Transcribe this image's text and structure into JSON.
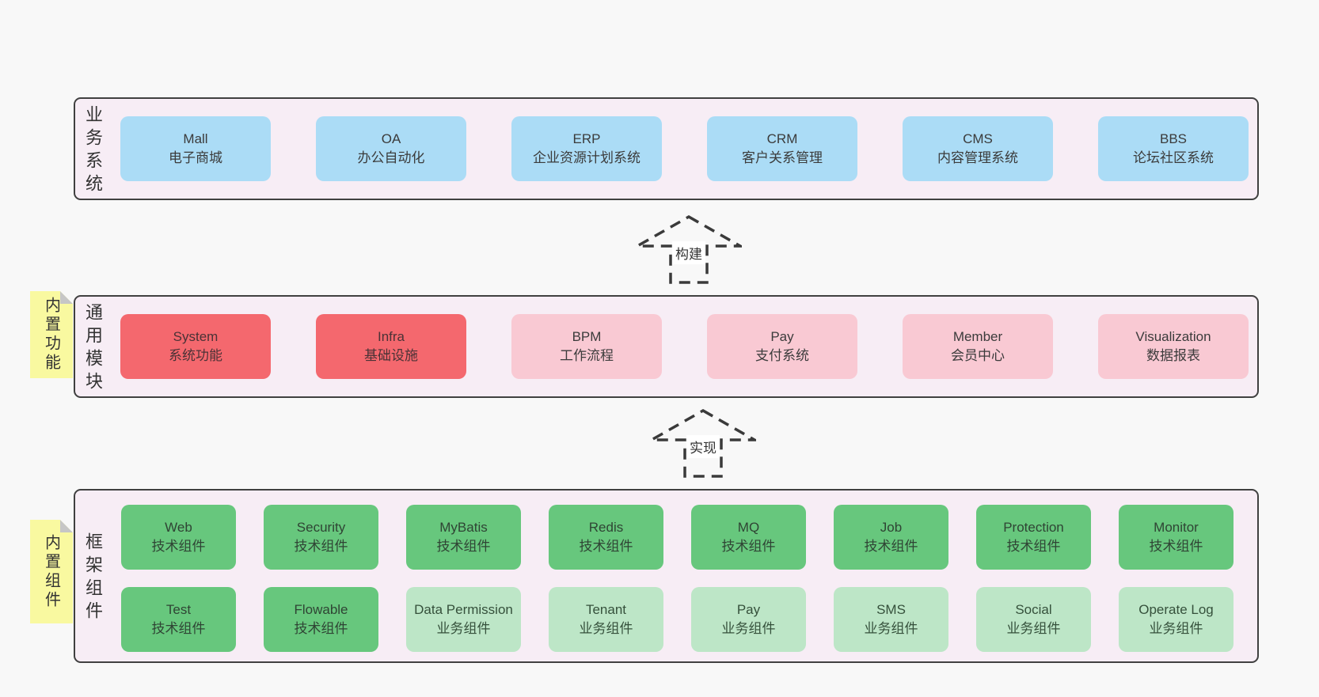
{
  "layers": [
    {
      "label": "业务系统",
      "boxes": [
        {
          "name": "Mall",
          "desc": "电子商城"
        },
        {
          "name": "OA",
          "desc": "办公自动化"
        },
        {
          "name": "ERP",
          "desc": "企业资源计划系统"
        },
        {
          "name": "CRM",
          "desc": "客户关系管理"
        },
        {
          "name": "CMS",
          "desc": "内容管理系统"
        },
        {
          "name": "BBS",
          "desc": "论坛社区系统"
        }
      ]
    },
    {
      "label": "通用模块",
      "sticky_note": "内置功能",
      "boxes": [
        {
          "name": "System",
          "desc": "系统功能"
        },
        {
          "name": "Infra",
          "desc": "基础设施"
        },
        {
          "name": "BPM",
          "desc": "工作流程"
        },
        {
          "name": "Pay",
          "desc": "支付系统"
        },
        {
          "name": "Member",
          "desc": "会员中心"
        },
        {
          "name": "Visualization",
          "desc": "数据报表"
        }
      ]
    },
    {
      "label": "框架组件",
      "sticky_note": "内置组件",
      "boxes": [
        {
          "name": "Web",
          "desc": "技术组件"
        },
        {
          "name": "Security",
          "desc": "技术组件"
        },
        {
          "name": "MyBatis",
          "desc": "技术组件"
        },
        {
          "name": "Redis",
          "desc": "技术组件"
        },
        {
          "name": "MQ",
          "desc": "技术组件"
        },
        {
          "name": "Job",
          "desc": "技术组件"
        },
        {
          "name": "Protection",
          "desc": "技术组件"
        },
        {
          "name": "Monitor",
          "desc": "技术组件"
        },
        {
          "name": "Test",
          "desc": "技术组件"
        },
        {
          "name": "Flowable",
          "desc": "技术组件"
        },
        {
          "name": "Data Permission",
          "desc": "业务组件"
        },
        {
          "name": "Tenant",
          "desc": "业务组件"
        },
        {
          "name": "Pay",
          "desc": "业务组件"
        },
        {
          "name": "SMS",
          "desc": "业务组件"
        },
        {
          "name": "Social",
          "desc": "业务组件"
        },
        {
          "name": "Operate Log",
          "desc": "业务组件"
        }
      ]
    }
  ],
  "arrows": [
    {
      "label": "构建"
    },
    {
      "label": "实现"
    }
  ],
  "colors": {
    "business_box": "#abdcf6",
    "core_module_box": "#f4686e",
    "optional_module_box": "#f9c9d3",
    "tech_component_box": "#67c77d",
    "biz_component_box": "#bde6c7",
    "layer_background": "#f7edf5",
    "layer_border": "#404040",
    "sticky_note": "#f9f9a0",
    "page_background": "#f8f8f8"
  }
}
